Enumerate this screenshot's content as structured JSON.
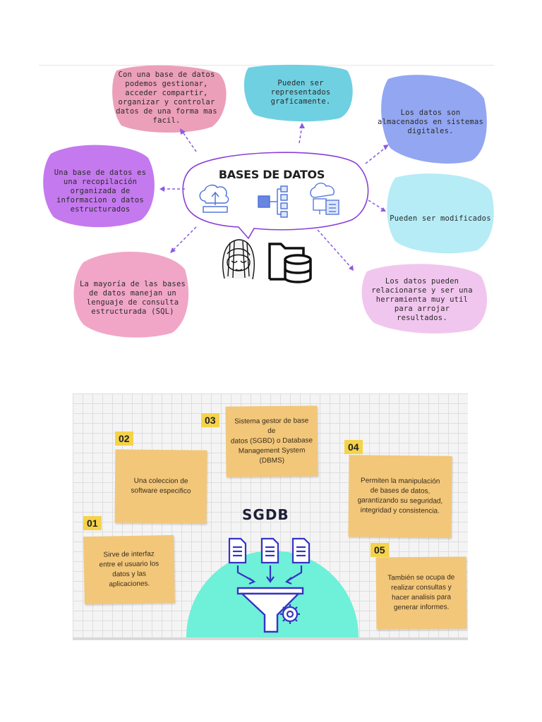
{
  "mindmap": {
    "center_title": "BASES DE DATOS",
    "blobs": [
      {
        "id": "gestionar",
        "color": "#ec9fb9",
        "lines": [
          "Con una base de datos",
          "podemos gestionar,",
          "acceder compartir,",
          "organizar y controlar",
          "datos de una forma mas",
          "facil."
        ]
      },
      {
        "id": "graficamente",
        "color": "#6fd0e2",
        "lines": [
          "Pueden ser",
          "representados",
          "graficamente."
        ]
      },
      {
        "id": "almacenados",
        "color": "#93a6f2",
        "lines": [
          "Los datos son",
          "almacenados en sistemas",
          "digitales."
        ]
      },
      {
        "id": "recopilacion",
        "color": "#c479ee",
        "lines": [
          "Una base de datos es",
          "una recopilación",
          "organizada de",
          "informacion o datos",
          "estructurados"
        ]
      },
      {
        "id": "modificados",
        "color": "#b5ecf6",
        "lines": [
          "Pueden ser modificados"
        ]
      },
      {
        "id": "sql",
        "color": "#f1a6c7",
        "lines": [
          "La mayoría de las bases",
          "de datos manejan un",
          "lenguaje de consulta",
          "estructurada (SQL)"
        ]
      },
      {
        "id": "relacionarse",
        "color": "#f1c6ee",
        "lines": [
          "Los datos pueden",
          "relacionarse y ser una",
          "herramienta muy util",
          "para arrojar",
          "resultados."
        ]
      }
    ],
    "colors": {
      "arrow": "#8a5ce0",
      "bubble_border": "#8a3fd6",
      "icon_blue": "#4a6fd8"
    }
  },
  "infographic": {
    "title": "SGDB",
    "colors": {
      "note": "#f2c77a",
      "badge": "#f5d34a",
      "funnel": "#3434c4",
      "circle": "#6ff0d8"
    },
    "notes": [
      {
        "num": "01",
        "lines": [
          "Sirve de interfaz",
          "entre el usuario los",
          "datos y las",
          "aplicaciones."
        ]
      },
      {
        "num": "02",
        "lines": [
          "Una coleccion de",
          "software especifico"
        ]
      },
      {
        "num": "03",
        "lines": [
          "Sistema gestor de base de",
          "datos (SGBD) o Database",
          "Management System",
          "(DBMS)"
        ]
      },
      {
        "num": "04",
        "lines": [
          "Permiten la manipulación",
          "de bases de datos,",
          "garantizando su seguridad,",
          "integridad y consistencia."
        ]
      },
      {
        "num": "05",
        "lines": [
          "También se ocupa de",
          "realizar consultas y",
          "hacer analisis para",
          "generar informes."
        ]
      }
    ]
  }
}
